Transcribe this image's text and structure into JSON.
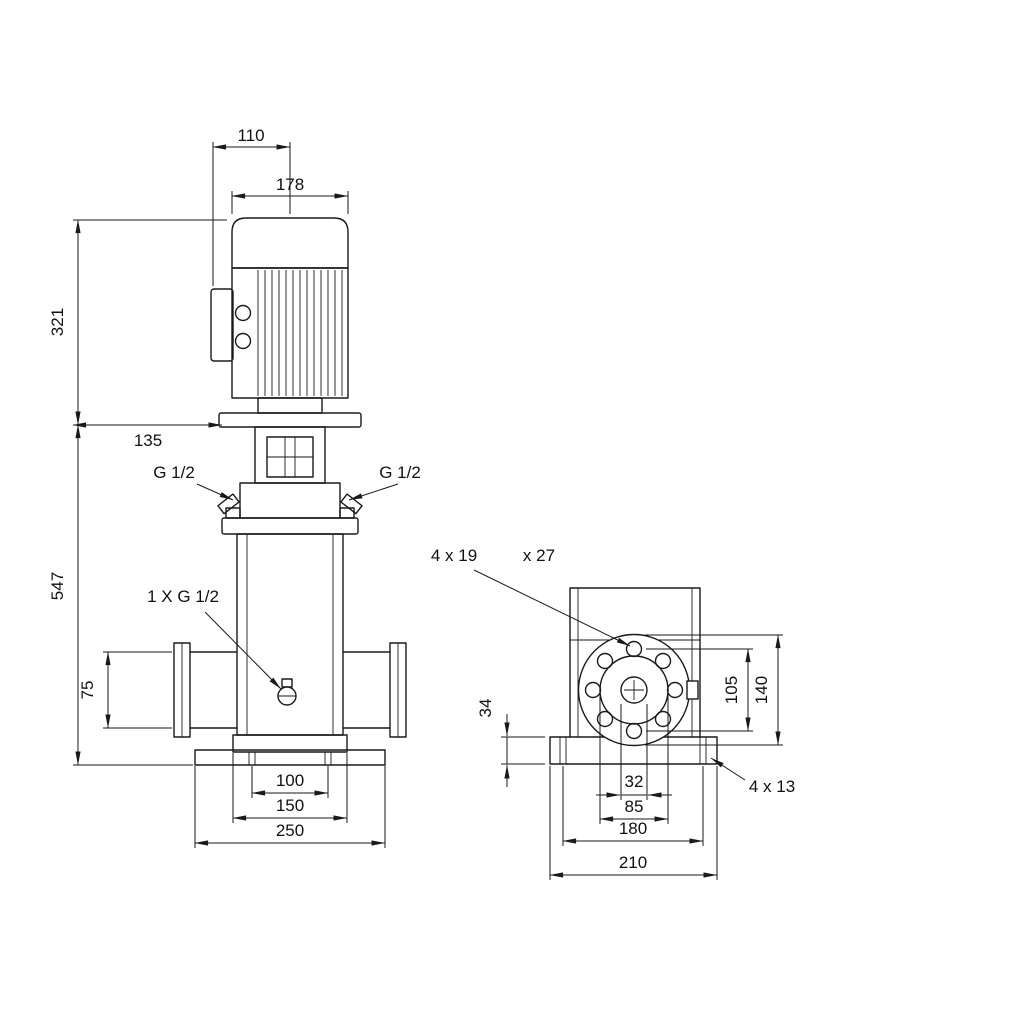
{
  "style": {
    "background": "#ffffff",
    "line_color": "#1a1a1a"
  },
  "front_view": {
    "dim_110": "110",
    "dim_178": "178",
    "dim_321": "321",
    "dim_135": "135",
    "dim_547": "547",
    "dim_75": "75",
    "dim_100": "100",
    "dim_150": "150",
    "dim_250": "250",
    "label_g12_left": "G 1/2",
    "label_g12_right": "G 1/2",
    "label_drain": "1 X G 1/2"
  },
  "side_view": {
    "label_flange_holes": "4 x 19",
    "label_flange_holes_cb": "x 27",
    "dim_34": "34",
    "dim_105": "105",
    "dim_140": "140",
    "dim_32": "32",
    "dim_85": "85",
    "dim_180": "180",
    "dim_210": "210",
    "label_base_holes": "4 x 13"
  }
}
